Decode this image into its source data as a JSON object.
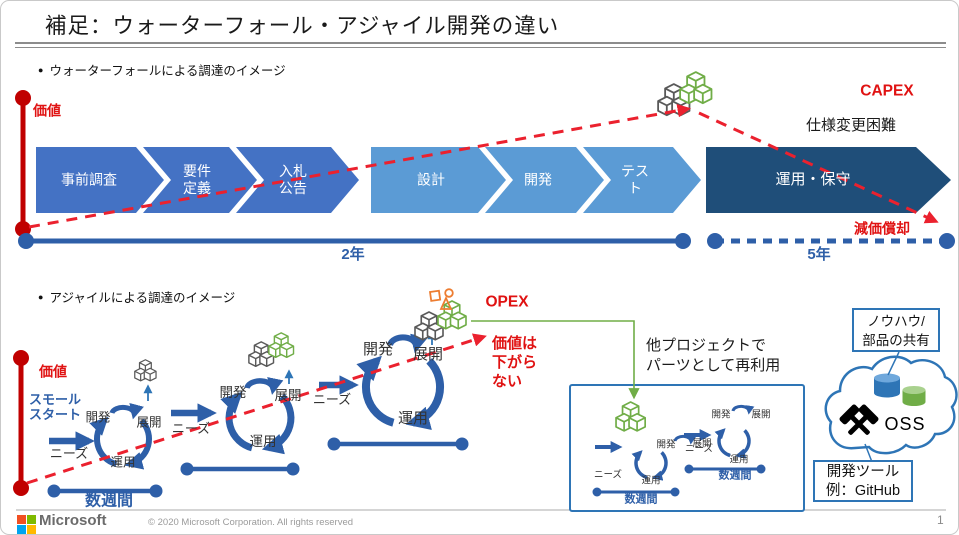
{
  "slide": {
    "title": "補足：ウォーターフォール・アジャイル開発の違い",
    "page_number": "1",
    "bullet_glyph": "●"
  },
  "waterfall": {
    "heading": "ウォーターフォールによる調達のイメージ",
    "value_label": "価値",
    "phases": [
      "事前調査",
      "要件\n定義",
      "入札\n公告",
      "設計",
      "開発",
      "テス\nト"
    ],
    "ops_phase": "運用・保守",
    "capex": "CAPEX",
    "spec_change": "仕様変更困難",
    "depreciation": "減価償却",
    "solid_years": "2年",
    "dashed_years": "5年"
  },
  "agile": {
    "heading": "アジャイルによる調達のイメージ",
    "value_label": "価値",
    "small_start": "スモール\nスタート",
    "labels": {
      "needs": "ニーズ",
      "dev": "開発",
      "deploy": "展開",
      "ops": "運用",
      "weeks": "数週間"
    },
    "opex": "OPEX",
    "value_note": "価値は\n下がら\nない",
    "reuse_note": "他プロジェクトで\nパーツとして再利用",
    "knowhow": "ノウハウ/\n部品の共有",
    "oss": "OSS",
    "devtool": "開発ツール\n例：GitHub"
  },
  "footer": {
    "brand": "Microsoft",
    "copyright": "© 2020 Microsoft Corporation. All rights reserved"
  },
  "colors": {
    "chevron_front": "#4472C4",
    "chevron_mid": "#5B9BD5",
    "chevron_ops": "#1F4E79",
    "value_line_red": "#C00000",
    "dashed_red": "#EB212E",
    "primary_blue": "#2E5FA8",
    "border_blue": "#2E75B6",
    "green": "#70AD47",
    "orange": "#ED7D31",
    "ms_logo": [
      "#F25022",
      "#7FBA00",
      "#00A4EF",
      "#FFB900"
    ]
  }
}
